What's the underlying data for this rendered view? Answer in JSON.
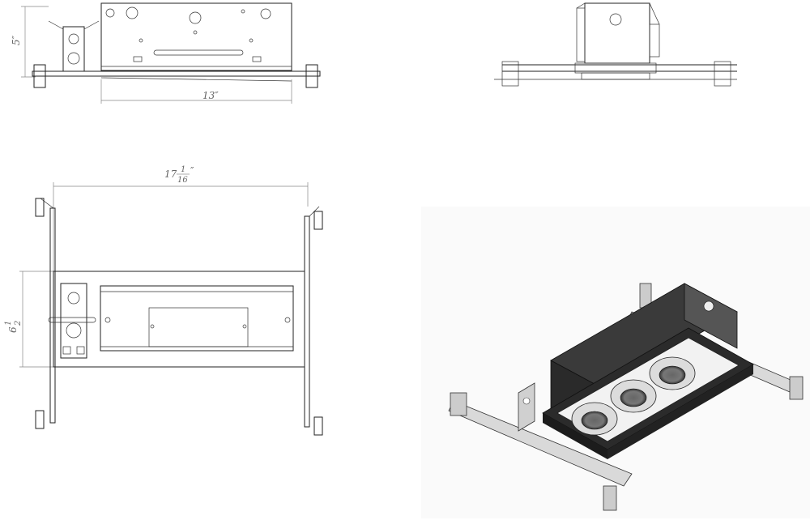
{
  "drawing": {
    "front_view": {
      "height_dim": "5″",
      "width_dim": "13″"
    },
    "plan_view": {
      "length_dim_whole": "17",
      "length_dim_num": "1",
      "length_dim_den": "16",
      "length_dim_unit": "″",
      "depth_dim_whole": "6",
      "depth_dim_num": "1",
      "depth_dim_den": "2"
    }
  }
}
